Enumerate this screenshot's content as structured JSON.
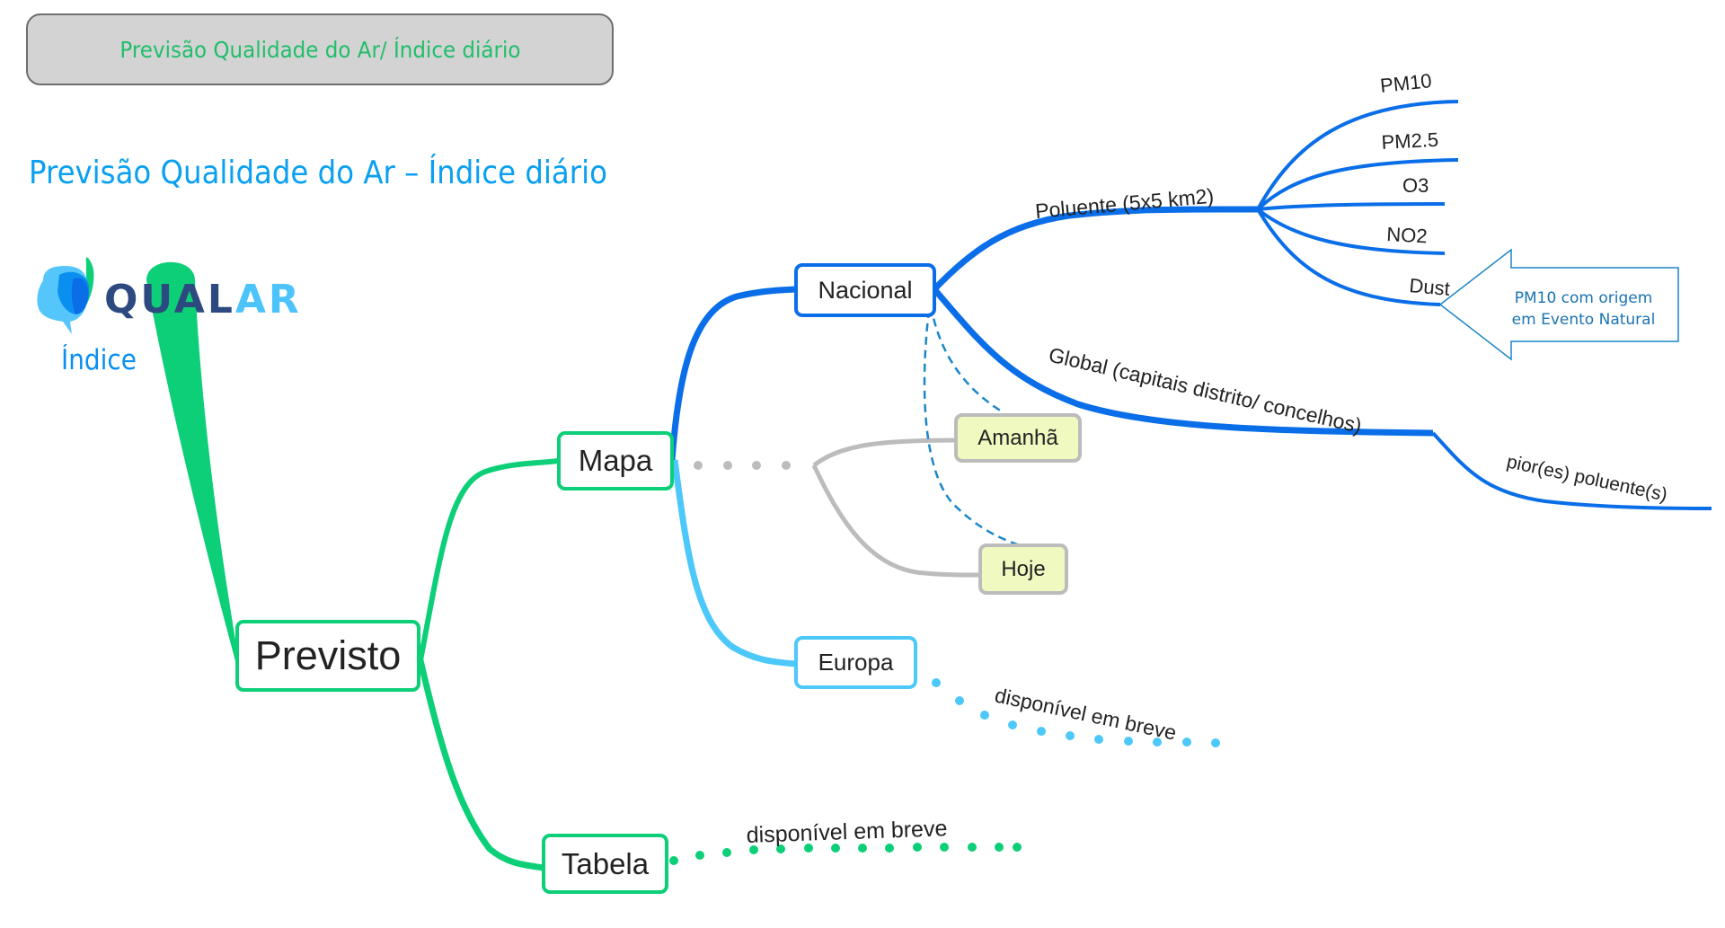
{
  "header": {
    "title": "Previsão Qualidade do Ar/ Índice diário"
  },
  "subtitle": "Previsão Qualidade do Ar – Índice diário",
  "logo": {
    "part1": "QUAL",
    "part2": "AR",
    "caption": "Índice"
  },
  "nodes": {
    "root": "Previsto",
    "mapa": "Mapa",
    "tabela": "Tabela",
    "nacional": "Nacional",
    "europa": "Europa",
    "amanha": "Amanhã",
    "hoje": "Hoje"
  },
  "branches": {
    "poluente": "Poluente (5x5 km2)",
    "global": "Global (capitais distrito/ concelhos)",
    "pior": "pior(es) poluente(s)",
    "pollutants": [
      "PM10",
      "PM2.5",
      "O3",
      "NO2",
      "Dust"
    ],
    "europa_note": "disponível em breve",
    "tabela_note": "disponível em breve"
  },
  "callout": {
    "line1": "PM10 com origem",
    "line2": "em Evento Natural"
  },
  "colors": {
    "green": "#0ccf78",
    "blue": "#0a6ee8",
    "lightblue": "#4cc8fa",
    "gray": "#bcbcbc",
    "dashed": "#1a86c8",
    "yellow_fill": "#f0f9c0"
  }
}
